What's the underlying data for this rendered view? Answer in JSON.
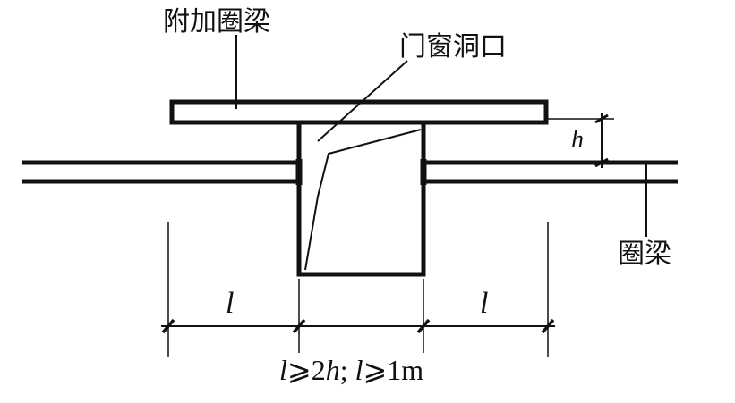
{
  "labels": {
    "additional_ring_beam": "附加圈梁",
    "door_window_opening": "门窗洞口",
    "ring_beam": "圈梁",
    "height_symbol": "h",
    "left_length": "l",
    "right_length": "l",
    "formula": {
      "l1": "l",
      "geq1": "⩾",
      "two": "2",
      "h": "h",
      "sep": "; ",
      "l2": "l",
      "geq2": "⩾",
      "one_m": "1m"
    }
  },
  "colors": {
    "stroke": "#111111",
    "background": "#ffffff"
  }
}
